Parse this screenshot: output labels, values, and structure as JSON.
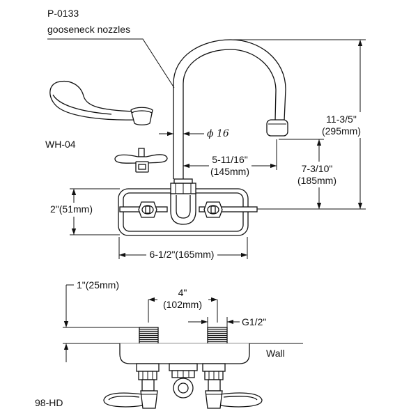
{
  "top_view": {
    "nozzle_label": {
      "part_number": "P-0133",
      "description": "gooseneck nozzles"
    },
    "handle_label": "WH-04",
    "dimensions": {
      "overall_height": {
        "inch": "11-3/5\"",
        "mm": "(295mm)"
      },
      "spout_clearance": {
        "inch": "7-3/10\"",
        "mm": "(185mm)"
      },
      "spout_reach": {
        "inch": "5-11/16\"",
        "mm": "(145mm)"
      },
      "spout_diameter": "ϕ 16",
      "body_height": "2\"(51mm)",
      "body_width": "6-1/2\"(165mm)"
    }
  },
  "side_view": {
    "model_label": "98-HD",
    "wall_label": "Wall",
    "dimensions": {
      "wall_offset": "1\"(25mm)",
      "center_distance": {
        "inch": "4\"",
        "mm": "(102mm)"
      },
      "thread_size": "G1/2\""
    }
  }
}
